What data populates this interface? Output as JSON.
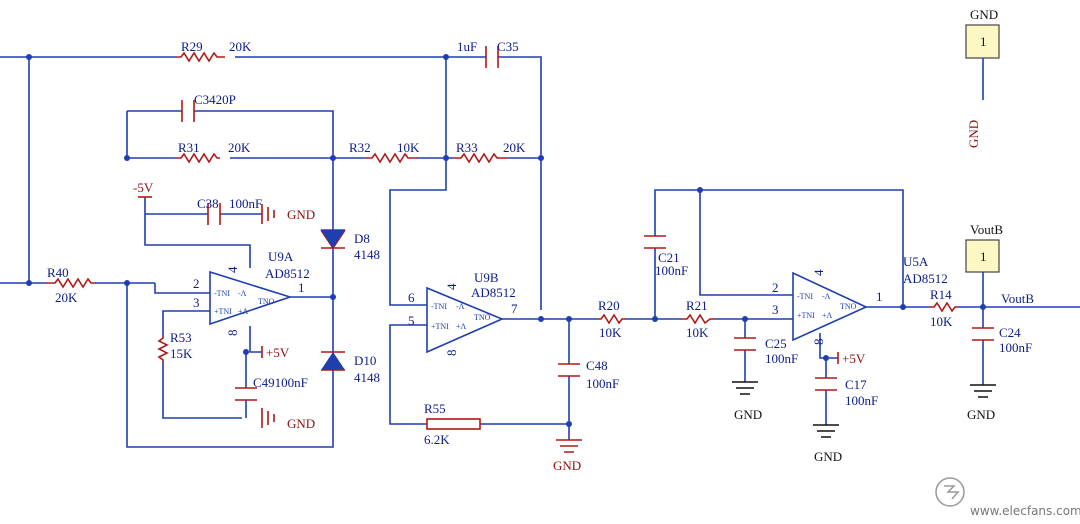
{
  "components": {
    "R29": {
      "ref": "R29",
      "value": "20K"
    },
    "C35": {
      "ref": "C35",
      "value": "1uF"
    },
    "C34": {
      "ref": "C3420P"
    },
    "R31": {
      "ref": "R31",
      "value": "20K"
    },
    "R32": {
      "ref": "R32",
      "value": "10K"
    },
    "R33": {
      "ref": "R33",
      "value": "20K"
    },
    "C38": {
      "ref": "C38",
      "value": "100nF"
    },
    "D8": {
      "ref": "D8",
      "value": "4148"
    },
    "D10": {
      "ref": "D10",
      "value": "4148"
    },
    "R40": {
      "ref": "R40",
      "value": "20K"
    },
    "R53": {
      "ref": "R53",
      "value": "15K"
    },
    "C49": {
      "ref": "C49100nF"
    },
    "U9A": {
      "ref": "U9A",
      "value": "AD8512"
    },
    "U9B": {
      "ref": "U9B",
      "value": "AD8512"
    },
    "R55": {
      "ref": "R55",
      "value": "6.2K"
    },
    "C48": {
      "ref": "C48",
      "value": "100nF"
    },
    "R20": {
      "ref": "R20",
      "value": "10K"
    },
    "C21": {
      "ref": "C21",
      "value": "100nF"
    },
    "R21": {
      "ref": "R21",
      "value": "10K"
    },
    "C25": {
      "ref": "C25",
      "value": "100nF"
    },
    "U5A": {
      "ref": "U5A",
      "value": "AD8512"
    },
    "C17": {
      "ref": "C17",
      "value": "100nF"
    },
    "R14": {
      "ref": "R14",
      "value": "10K"
    },
    "C24": {
      "ref": "C24",
      "value": "100nF"
    }
  },
  "pins": {
    "u9a_inv": "2",
    "u9a_noninv": "3",
    "u9a_out": "1",
    "u9a_vpos": "4",
    "u9a_vneg": "8",
    "u9b_inv": "6",
    "u9b_noninv": "5",
    "u9b_out": "7",
    "u9b_vpos": "4",
    "u9b_vneg": "8",
    "u5a_inv": "2",
    "u5a_noninv": "3",
    "u5a_out": "1",
    "u5a_vpos": "4",
    "u5a_vneg": "8"
  },
  "opamp_text": {
    "inv": "-TNI",
    "noninv": "+TNI",
    "neg": "-Λ",
    "pos": "+Λ",
    "out": "TNO"
  },
  "nets": {
    "neg5v": "-5V",
    "pos5v": "+5V",
    "gnd": "GND",
    "voutb": "VoutB",
    "port_gnd_title": "GND",
    "port_gnd_pin": "1",
    "port_gnd_net": "GND",
    "port_voutb_title": "VoutB",
    "port_voutb_pin": "1"
  },
  "watermark": {
    "text": "www.elecfans.com"
  },
  "colors": {
    "wire": "#1f3fb0",
    "component": "#b01818",
    "label": "#0d1b8a",
    "port_fill": "#fdf7c4"
  }
}
